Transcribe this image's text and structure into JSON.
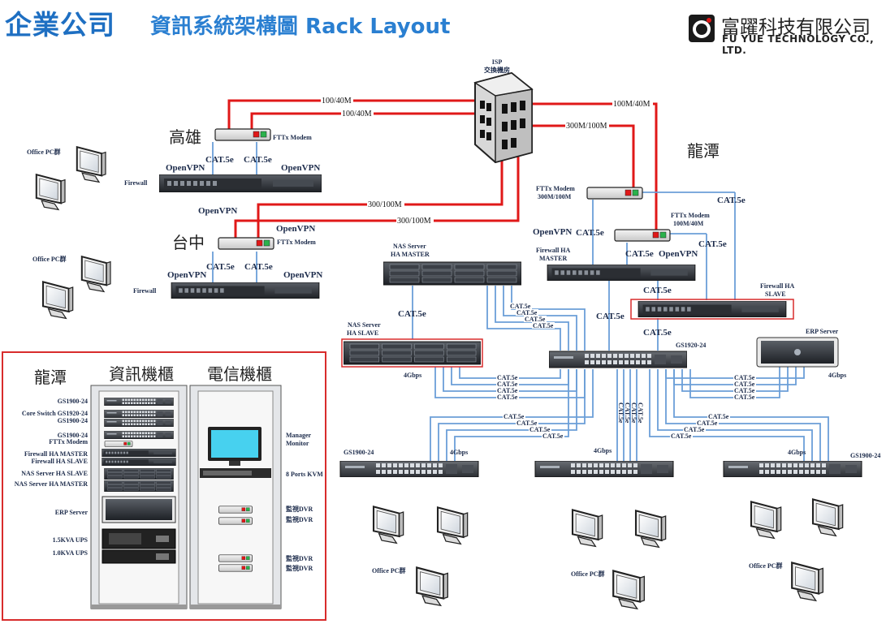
{
  "header": {
    "title_main": "企業公司",
    "title_sub": "資訊系統架構圖 Rack Layout",
    "logo_cn": "富躍科技有限公司",
    "logo_en": "FU YUE TECHNOLOGY CO., LTD."
  },
  "isp": {
    "line1": "ISP",
    "line2": "交換機房"
  },
  "links": {
    "l100_40_a": "100/40M",
    "l100_40_b": "100/40M",
    "l300_100_a": "300/100M",
    "l300_100_b": "300/100M",
    "r100_40": "100M/40M",
    "r300_100": "300M/100M"
  },
  "kaohsiung": {
    "city": "高雄",
    "modem": "FTTx Modem",
    "cat_a": "CAT.5e",
    "cat_b": "CAT.5e",
    "vpn_a": "OpenVPN",
    "vpn_b": "OpenVPN",
    "pc_label": "Office PC群",
    "firewall": "Firewall"
  },
  "taichung": {
    "city": "台中",
    "modem": "FTTx Modem",
    "cat_a": "CAT.5e",
    "cat_b": "CAT.5e",
    "vpn_top": "OpenVPN",
    "vpn_left": "OpenVPN",
    "vpn_a": "OpenVPN",
    "vpn_b": "OpenVPN",
    "pc_label": "Office PC群",
    "firewall": "Firewall"
  },
  "longtan": {
    "city": "龍潭",
    "modem1_l1": "FTTx Modem",
    "modem1_l2": "300M/100M",
    "modem2_l1": "FTTx Modem",
    "modem2_l2": "100M/40M",
    "vpn_a": "OpenVPN",
    "vpn_b": "OpenVPN",
    "cat_1": "CAT.5e",
    "cat_2": "CAT.5e",
    "cat_3": "CAT.5e",
    "cat_4": "CAT.5e",
    "cat_5": "CAT.5e",
    "cat_6": "CAT.5e",
    "cat_7": "CAT.5e",
    "fw_master_l1": "Firewall HA",
    "fw_master_l2": "MASTER",
    "fw_slave_l1": "Firewall HA",
    "fw_slave_l2": "SLAVE",
    "nas_master_l1": "NAS Server",
    "nas_master_l2": "HA MASTER",
    "nas_slave_l1": "NAS Server",
    "nas_slave_l2": "HA SLAVE",
    "nas_cat": "CAT.5e",
    "core_switch": "GS1920-24",
    "erp": "ERP Server",
    "gbps_left": "4Gbps",
    "gbps_right": "4Gbps",
    "bundle_cat": "CAT.5e",
    "sw_left": "GS1900-24",
    "sw_right": "GS1900-24",
    "gbps_sw_left": "4Gbps",
    "gbps_sw_mid": "4Gbps",
    "gbps_sw_right": "4Gbps",
    "pc_left": "Office PC群",
    "pc_mid": "Office PC群",
    "pc_right": "Office PC群"
  },
  "rack": {
    "site": "龍潭",
    "info_rack": "資訊機櫃",
    "tel_rack": "電信機櫃",
    "left_labels": [
      "GS1900-24",
      "Core Switch GS1920-24",
      "GS1900-24",
      "GS1900-24",
      "FTTx Modem",
      "Firewall HA MASTER",
      "Firewall HA SLAVE",
      "NAS Server HA SLAVE",
      "NAS Server HA MASTER",
      "ERP Server",
      "1.5KVA UPS",
      "1.0KVA UPS"
    ],
    "right_labels": [
      "Manager",
      "Monitor",
      "8 Ports KVM",
      "監視DVR",
      "監視DVR",
      "監視DVR",
      "監視DVR"
    ]
  },
  "colors": {
    "wan": "#e01818",
    "lan": "#6b9fd8",
    "title": "#1e6fc2",
    "frame": "#d82c2c"
  }
}
